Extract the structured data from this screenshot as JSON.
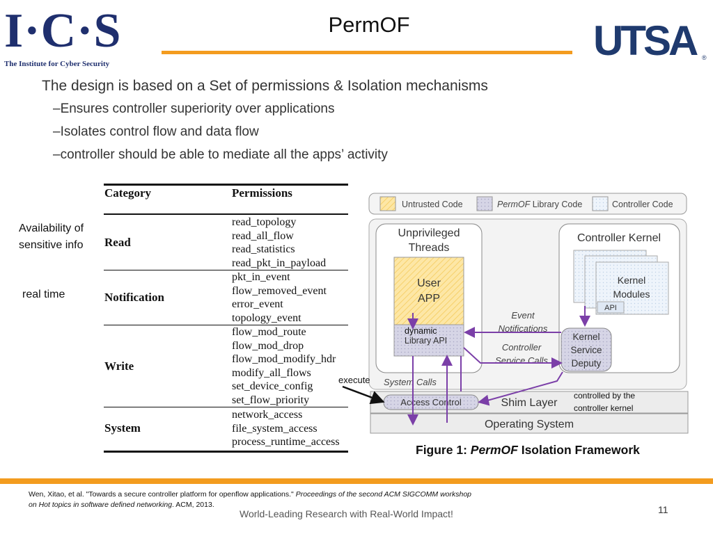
{
  "header": {
    "ics_logo_letters": "I·C·S",
    "ics_logo_subtitle": "The Institute for Cyber Security",
    "title": "PermOF",
    "utsa_logo": "UTSA",
    "utsa_mark": "®",
    "accent_color": "#f39c1f"
  },
  "bullets": {
    "main": "The design is based on a Set of permissions & Isolation mechanisms",
    "sub": [
      "–Ensures controller superiority over applications",
      "–Isolates control flow and data flow",
      "–controller should be able to mediate all the apps’ activity"
    ]
  },
  "table": {
    "header_category": "Category",
    "header_permissions": "Permissions",
    "rows": [
      {
        "category": "Read",
        "permissions": [
          "read_topology",
          "read_all_flow",
          "read_statistics",
          "read_pkt_in_payload"
        ]
      },
      {
        "category": "Notification",
        "permissions": [
          "pkt_in_event",
          "flow_removed_event",
          "error_event",
          "topology_event"
        ]
      },
      {
        "category": "Write",
        "permissions": [
          "flow_mod_route",
          "flow_mod_drop",
          "flow_mod_modify_hdr",
          "modify_all_flows",
          "set_device_config",
          "set_flow_priority"
        ]
      },
      {
        "category": "System",
        "permissions": [
          "network_access",
          "file_system_access",
          "process_runtime_access"
        ]
      }
    ]
  },
  "notes": {
    "availability_line1": "Availability of",
    "availability_line2": "sensitive info",
    "real_time": "real time"
  },
  "figure": {
    "legend_untrusted": "Untrusted Code",
    "legend_permof_italic": "PermOF",
    "legend_permof_rest": " Library Code",
    "legend_controller": "Controller Code",
    "unpriv_line1": "Unprivileged",
    "unpriv_line2": "Threads",
    "user_app_line1": "User",
    "user_app_line2": "APP",
    "dynamic": "dynamic",
    "library_api": "Library API",
    "controller_kernel": "Controller Kernel",
    "kernel_modules_line1": "Kernel",
    "kernel_modules_line2": "Modules",
    "api": "API",
    "event_notif_line1": "Event",
    "event_notif_line2": "Notifications",
    "service_calls_line1": "Controller",
    "service_calls_line2": "Service Calls",
    "deputy_line1": "Kernel",
    "deputy_line2": "Service",
    "deputy_line3": "Deputy",
    "system_calls": "System Calls",
    "execute": "execute",
    "access_control": "Access Control",
    "shim_layer": "Shim Layer",
    "controlled_line1": "controlled by the",
    "controlled_line2": "controller kernel",
    "operating_system": "Operating System",
    "caption_prefix": "Figure 1: ",
    "caption_italic": "PermOF",
    "caption_suffix": " Isolation Framework",
    "arrow_color": "#7b3fa8"
  },
  "footer": {
    "citation_plain1": "Wen, Xitao, et al. \"Towards a secure controller platform for openflow applications.\" ",
    "citation_italic1": "Proceedings of the second ACM SIGCOMM workshop on Hot topics in software defined networking",
    "citation_plain2": ". ACM, 2013.",
    "tagline": "World-Leading Research with Real-World Impact!",
    "page_number": "11"
  }
}
